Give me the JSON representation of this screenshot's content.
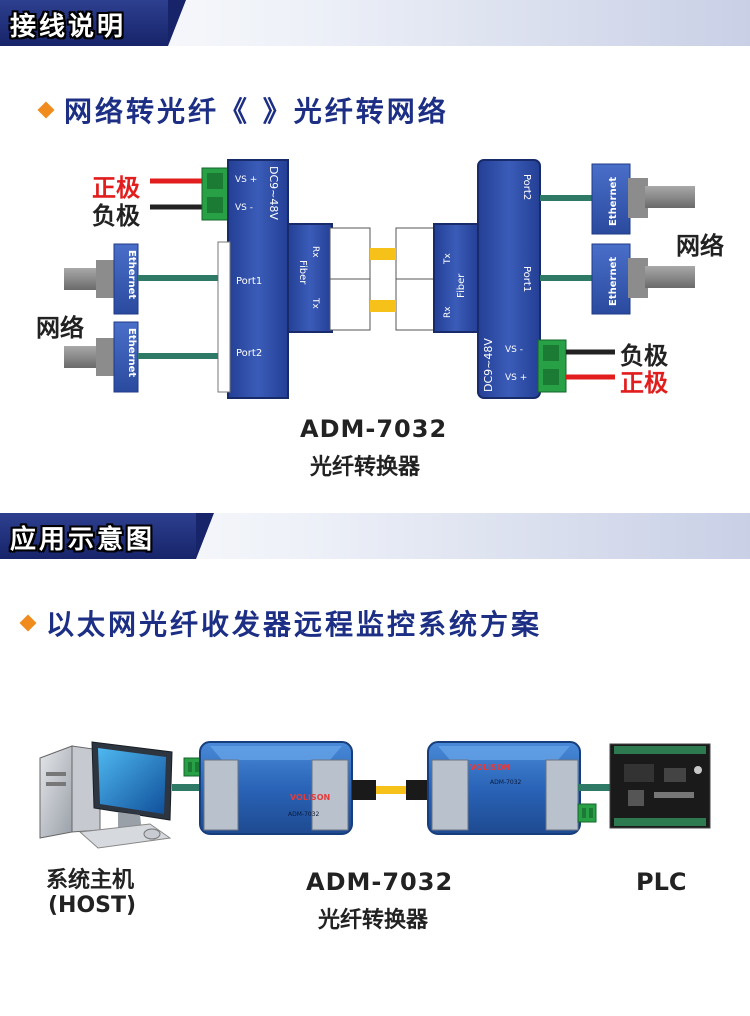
{
  "section1": {
    "title": "接线说明",
    "heading": "网络转光纤《 》光纤转网络",
    "left": {
      "positive": "正极",
      "negative": "负极",
      "network": "网络",
      "voltage": "DC9~48V",
      "vs_top": "VS +",
      "vs_bottom": "VS -",
      "port1": "Port1",
      "port2": "Port2",
      "rx": "Rx",
      "fiber": "Fiber",
      "tx": "Tx",
      "ethernet": "Ethernet"
    },
    "right": {
      "positive": "正极",
      "negative": "负极",
      "network": "网络",
      "voltage": "DC9~48V",
      "vs_top": "VS -",
      "vs_bottom": "VS +",
      "port1": "Port1",
      "port2": "Port2",
      "rx": "Rx",
      "fiber": "Fiber",
      "tx": "Tx",
      "ethernet": "Ethernet"
    },
    "model": "ADM-7032",
    "product": "光纤转换器"
  },
  "section2": {
    "title": "应用示意图",
    "heading": "以太网光纤收发器远程监控系统方案",
    "host_label_1": "系统主机",
    "host_label_2": "(HOST)",
    "model": "ADM-7032",
    "product": "光纤转换器",
    "plc": "PLC",
    "device_brand": "VOLISON",
    "device_model": "ADM-7032"
  },
  "colors": {
    "banner_dark": "#17246a",
    "heading_blue": "#1c2f85",
    "bullet_orange": "#f08c1e",
    "device_blue": "#2f4fa8",
    "cable_teal": "#2e7a66",
    "fiber_yellow": "#f6c21a",
    "positive_red": "#e21d1d"
  }
}
